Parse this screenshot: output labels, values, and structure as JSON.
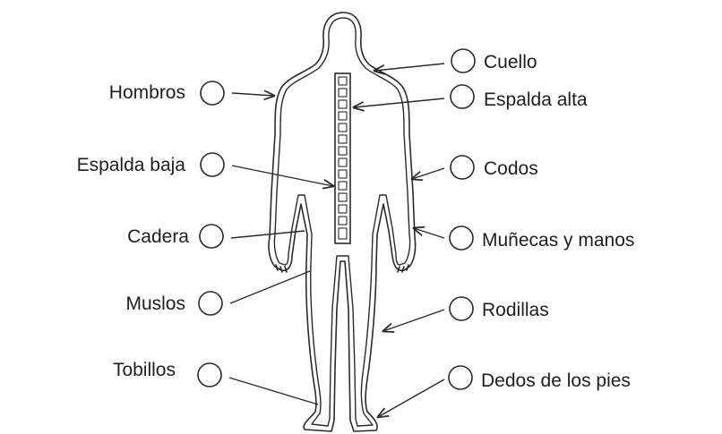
{
  "body_parts": {
    "left": [
      {
        "id": "hombros",
        "label": "Hombros"
      },
      {
        "id": "espalda-baja",
        "label": "Espalda baja"
      },
      {
        "id": "cadera",
        "label": "Cadera"
      },
      {
        "id": "muslos",
        "label": "Muslos"
      },
      {
        "id": "tobillos",
        "label": "Tobillos"
      }
    ],
    "right": [
      {
        "id": "cuello",
        "label": "Cuello"
      },
      {
        "id": "espalda-alta",
        "label": "Espalda alta"
      },
      {
        "id": "codos",
        "label": "Codos"
      },
      {
        "id": "munecas-y-manos",
        "label": "Muñecas y manos"
      },
      {
        "id": "rodillas",
        "label": "Rodillas"
      },
      {
        "id": "dedos-de-los-pies",
        "label": "Dedos de los pies"
      }
    ]
  },
  "colors": {
    "line": "#2a2a2a",
    "text": "#1e1e1e",
    "background": "#ffffff"
  },
  "icons": {
    "checkbox": "empty-circle",
    "pointer": "arrow"
  }
}
